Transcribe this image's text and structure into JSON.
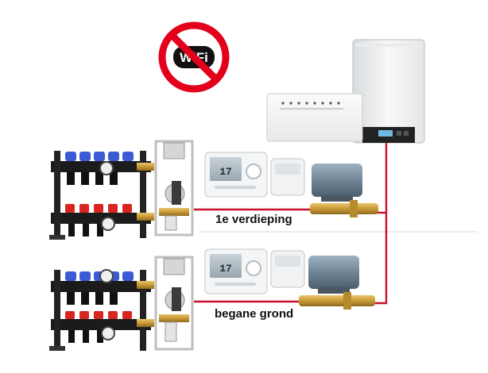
{
  "no_wifi_sign": {
    "text": "WiFi"
  },
  "floors": [
    {
      "label": "1e verdieping"
    },
    {
      "label": "begane grond"
    }
  ],
  "colors": {
    "pipe": "#c8102e",
    "no_sign": "#e3001b",
    "manifold": "#1b1b1b",
    "supply_cap": "#3b5bd6",
    "return_cap": "#d8261e",
    "brass": "#c99a36"
  },
  "icons": [
    "no-wifi-icon",
    "boiler-icon",
    "receiver-hub-icon",
    "room-thermostat-icon",
    "zone-valve-icon",
    "manifold-icon",
    "pump-icon"
  ]
}
